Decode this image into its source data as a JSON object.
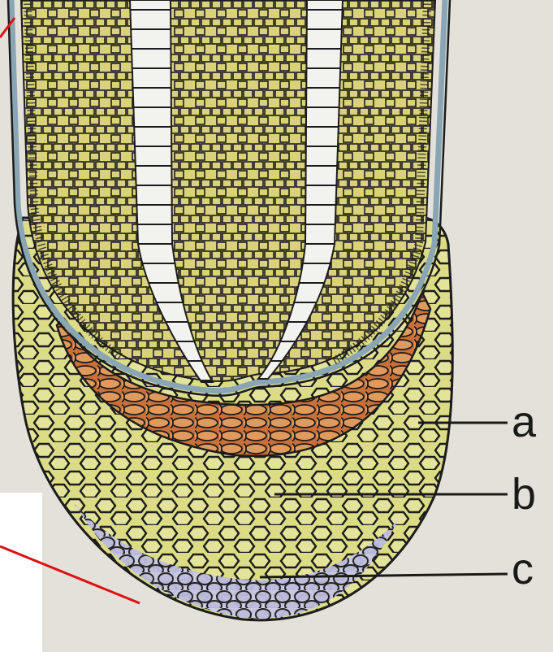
{
  "labels": {
    "a": "a",
    "b": "b",
    "c": "c"
  },
  "colors": {
    "background": "#e4e1da",
    "inner_tissue": "#d9d27a",
    "meristem_zone": "#d98b4f",
    "root_cap": "#dcdc86",
    "cap_tip": "#bdbbe0",
    "vessels": "#f2f2ee",
    "epidermis": "#8aa6b4",
    "cell_wall": "#1c1c1c",
    "pointer_line": "#dd1111",
    "overlay_box": "#ffffff"
  }
}
